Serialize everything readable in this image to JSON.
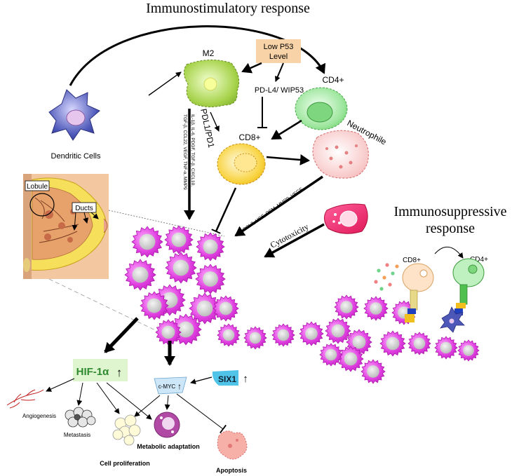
{
  "titles": {
    "top": "Immunostimulatory response",
    "right_line1": "Immunosuppressive",
    "right_line2": "response"
  },
  "cells": {
    "dendritic": "Dendritic Cells",
    "m2": "M2",
    "cd4": "CD4+",
    "cd8": "CD8+",
    "neutrophile": "Neutrophile",
    "small_cd8": "CD8+",
    "small_cd4": "CD4+"
  },
  "signals": {
    "low_p53_line1": "Low P53",
    "low_p53_line2": "Level",
    "pdl4": "PD-L4/ WIP53",
    "pdl1": "PDL1/PD1",
    "m2_factors_line1": "IL-1β, IL-6, PDGF, TGF-β, CXCL10,",
    "m2_factors_line2": "TGF-β, CCL22, VEGF, TNF-α, MMP9",
    "neutrophil_factors": "CCL2, HGF, OSM, MMP9, VEGF",
    "cytotoxicity": "Cytotoxicity"
  },
  "breast": {
    "lobule": "Lobule",
    "ducts": "Ducts"
  },
  "markers": {
    "hif": "HIF-1α",
    "hif_arrow": "↑",
    "cmyc": "c-MYC",
    "cmyc_arrow": "↑",
    "six1": "SIX1",
    "six1_arrow": "↑"
  },
  "outcomes": {
    "angiogenesis": "Angiogenesis",
    "metastasis": "Metastasis",
    "cell_proliferation": "Cell proliferation",
    "metabolic_adaptation": "Metabolic adaptation",
    "apoptosis": "Apoptosis"
  },
  "colors": {
    "tumor": "#e040e0",
    "m2": "#9ccc3c",
    "cd4": "#6fd46f",
    "cd8": "#f2c01e",
    "neutrophile": "#f7b4b4",
    "hif_box": "#dff5d0",
    "six1": "#4fc3e8",
    "low_p53": "#f9d3a8"
  }
}
